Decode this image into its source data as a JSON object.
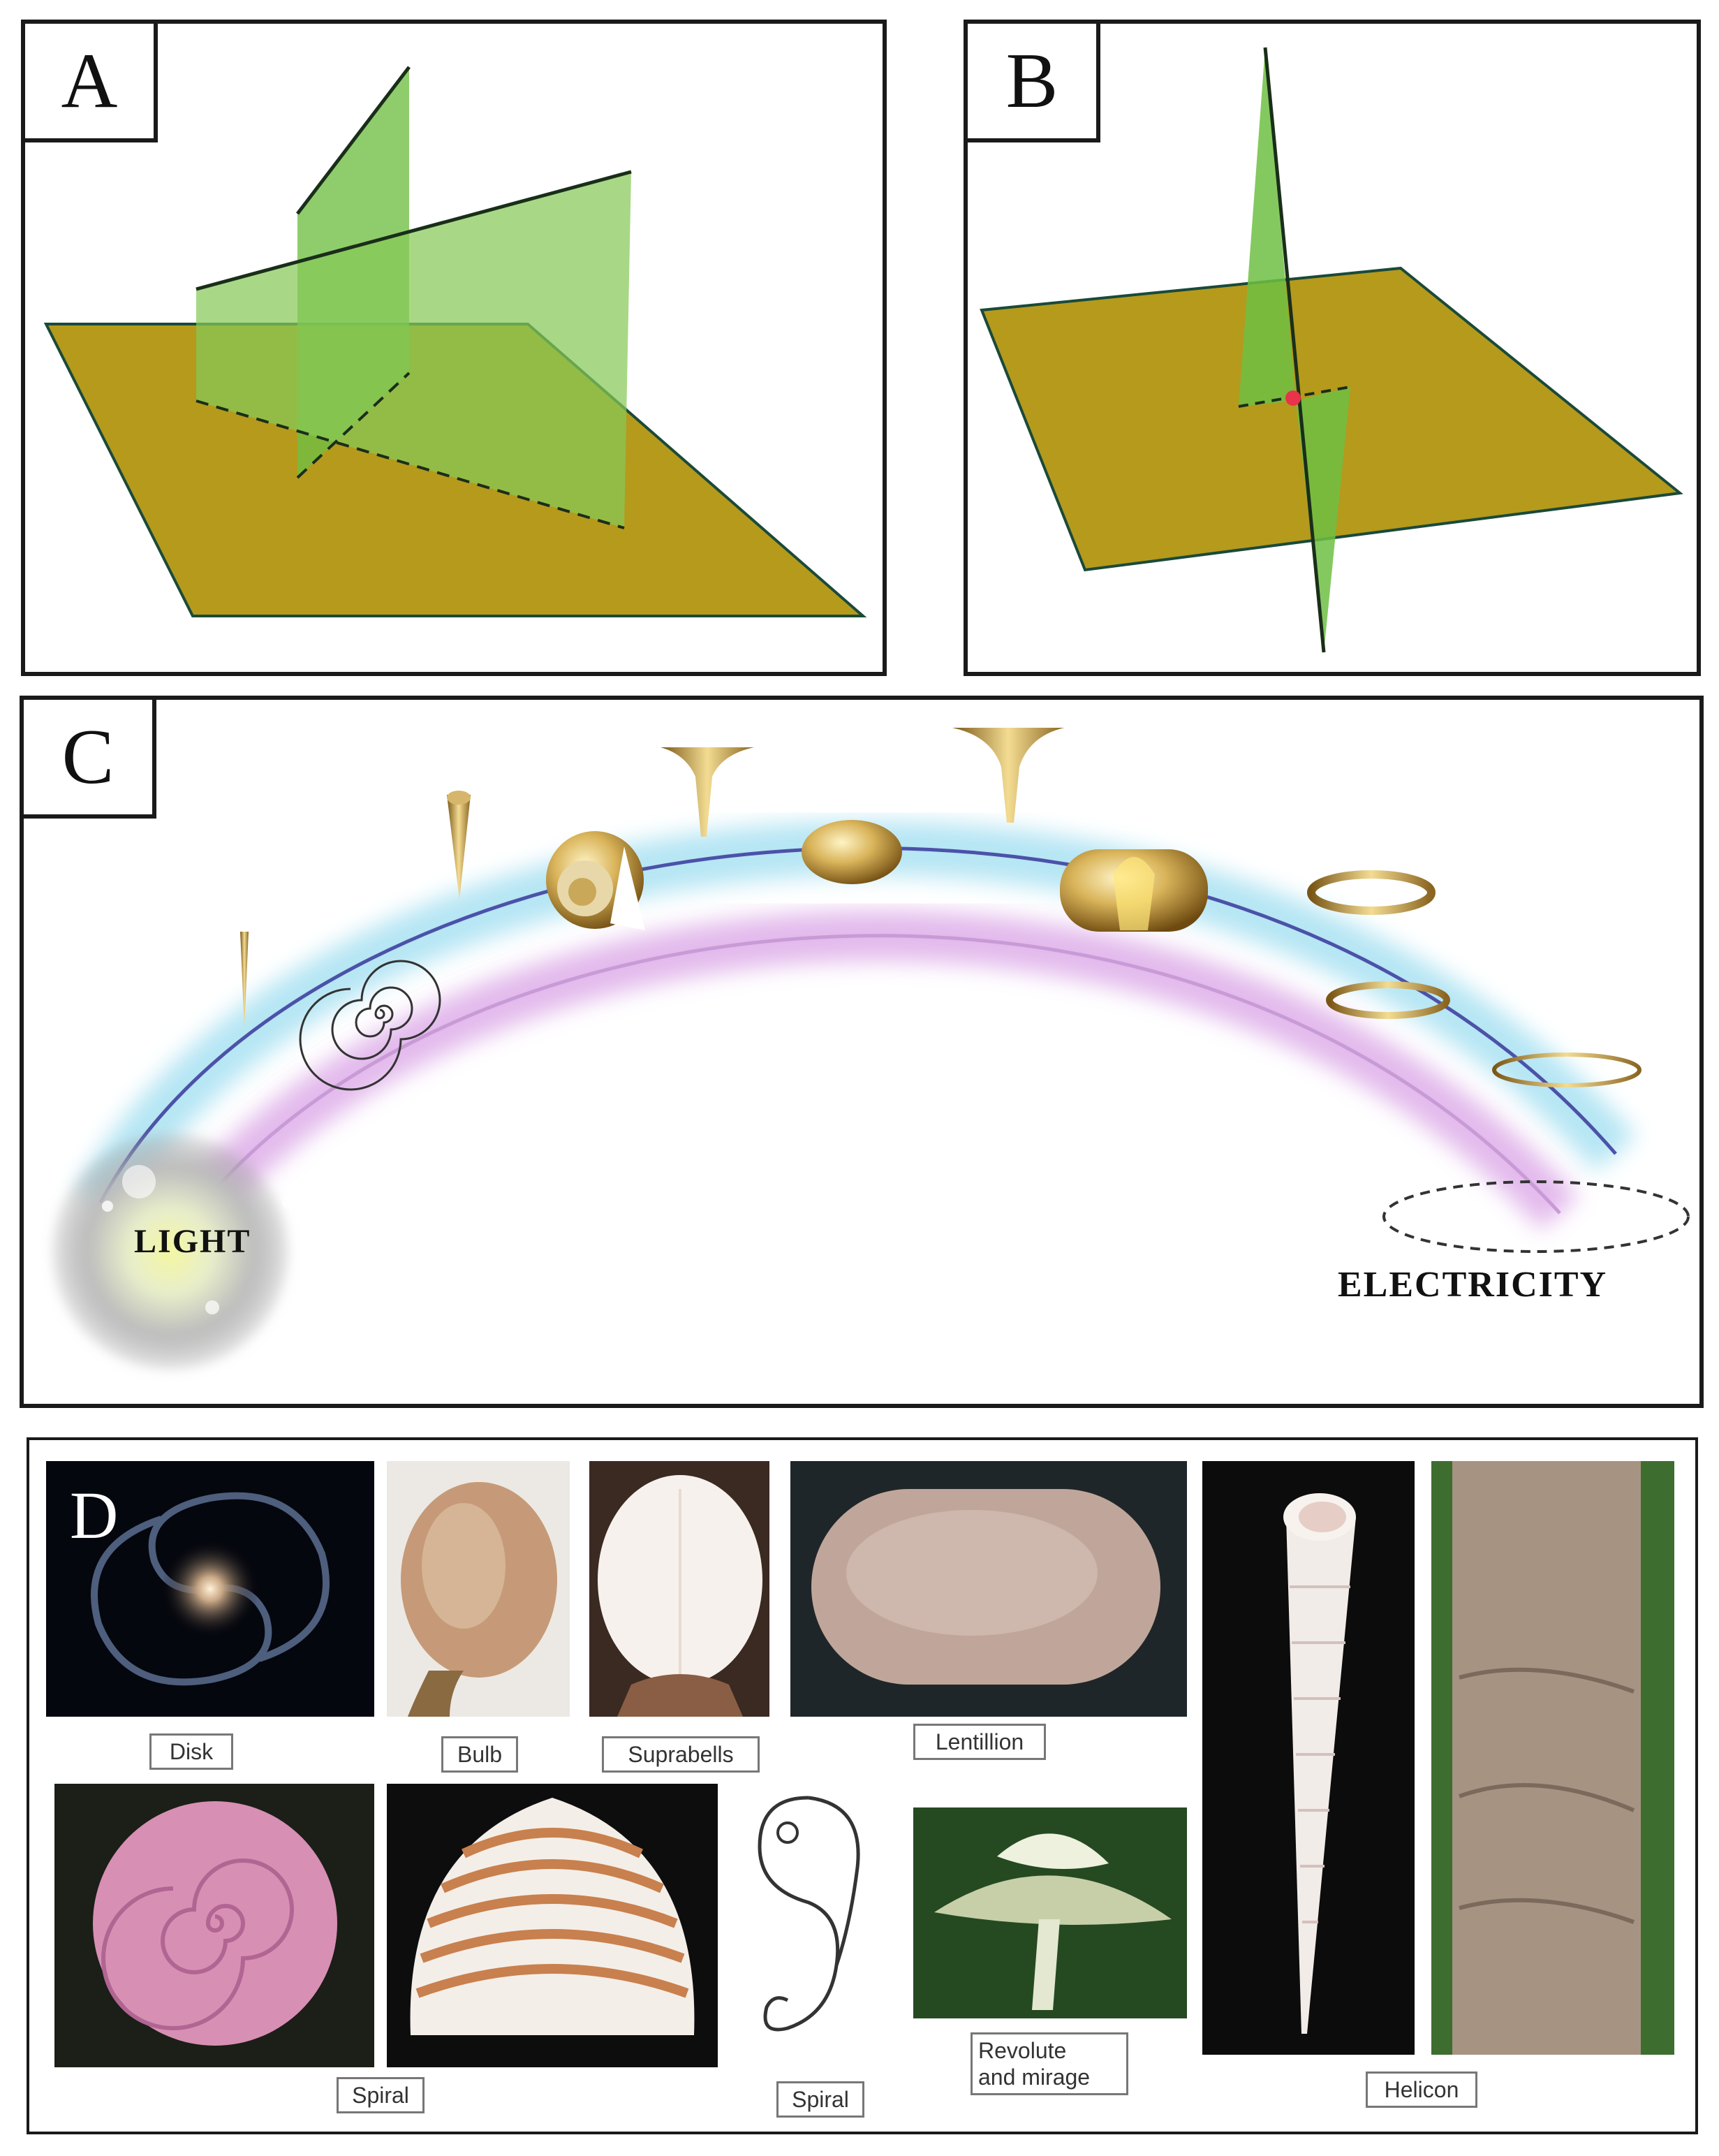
{
  "panels": {
    "a": {
      "letter": "A"
    },
    "b": {
      "letter": "B"
    },
    "c": {
      "letter": "C",
      "light_label": "LIGHT",
      "electricity_label": "ELECTRICITY"
    },
    "d": {
      "letter": "D"
    }
  },
  "captions": {
    "disk": "Disk",
    "bulb": "Bulb",
    "suprabells": "Suprabells",
    "lentillion": "Lentillion",
    "spiral_rose_shell": "Spiral",
    "spiral_embryo": "Spiral",
    "revolute_line1": "Revolute",
    "revolute_line2": "and mirage",
    "helicon": "Helicon"
  },
  "colors": {
    "plane_olive": "#b59a1c",
    "plane_green": "#7cc24a",
    "arc_blue": "#aee3f3",
    "arc_purple": "#d9a6e6",
    "intersection_point": "#e8334a"
  }
}
